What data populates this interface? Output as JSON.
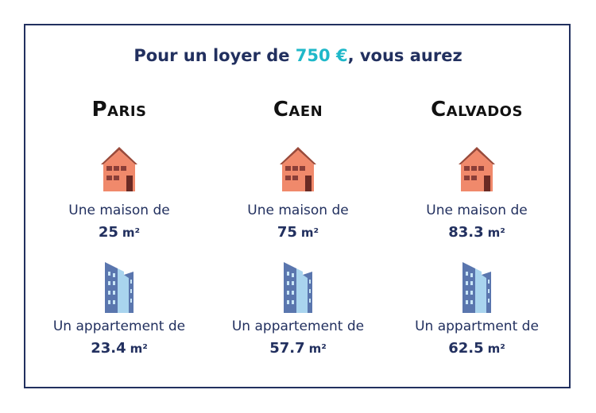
{
  "headline": {
    "prefix": "Pour un loyer de ",
    "amount": "750 €",
    "suffix": ", vous aurez"
  },
  "colors": {
    "text": "#22305f",
    "accent": "#1fb8c9",
    "house_wall": "#f0896b",
    "house_roof": "#9a4a3a",
    "building_dark": "#5a76ae",
    "building_light": "#a9d4ee"
  },
  "icons": [
    "house-icon",
    "apartment-building-icon"
  ],
  "columns": [
    {
      "city": "Paris",
      "house_label": "Une maison de",
      "house_value": "25",
      "house_unit": "m²",
      "apt_label": "Un appartement de",
      "apt_value": "23.4",
      "apt_unit": "m²"
    },
    {
      "city": "Caen",
      "house_label": "Une maison de",
      "house_value": "75",
      "house_unit": "m²",
      "apt_label": "Un appartement de",
      "apt_value": "57.7",
      "apt_unit": "m²"
    },
    {
      "city": "Calvados",
      "house_label": "Une maison de",
      "house_value": "83.3",
      "house_unit": "m²",
      "apt_label": "Un appartment de",
      "apt_value": "62.5",
      "apt_unit": "m²"
    }
  ]
}
